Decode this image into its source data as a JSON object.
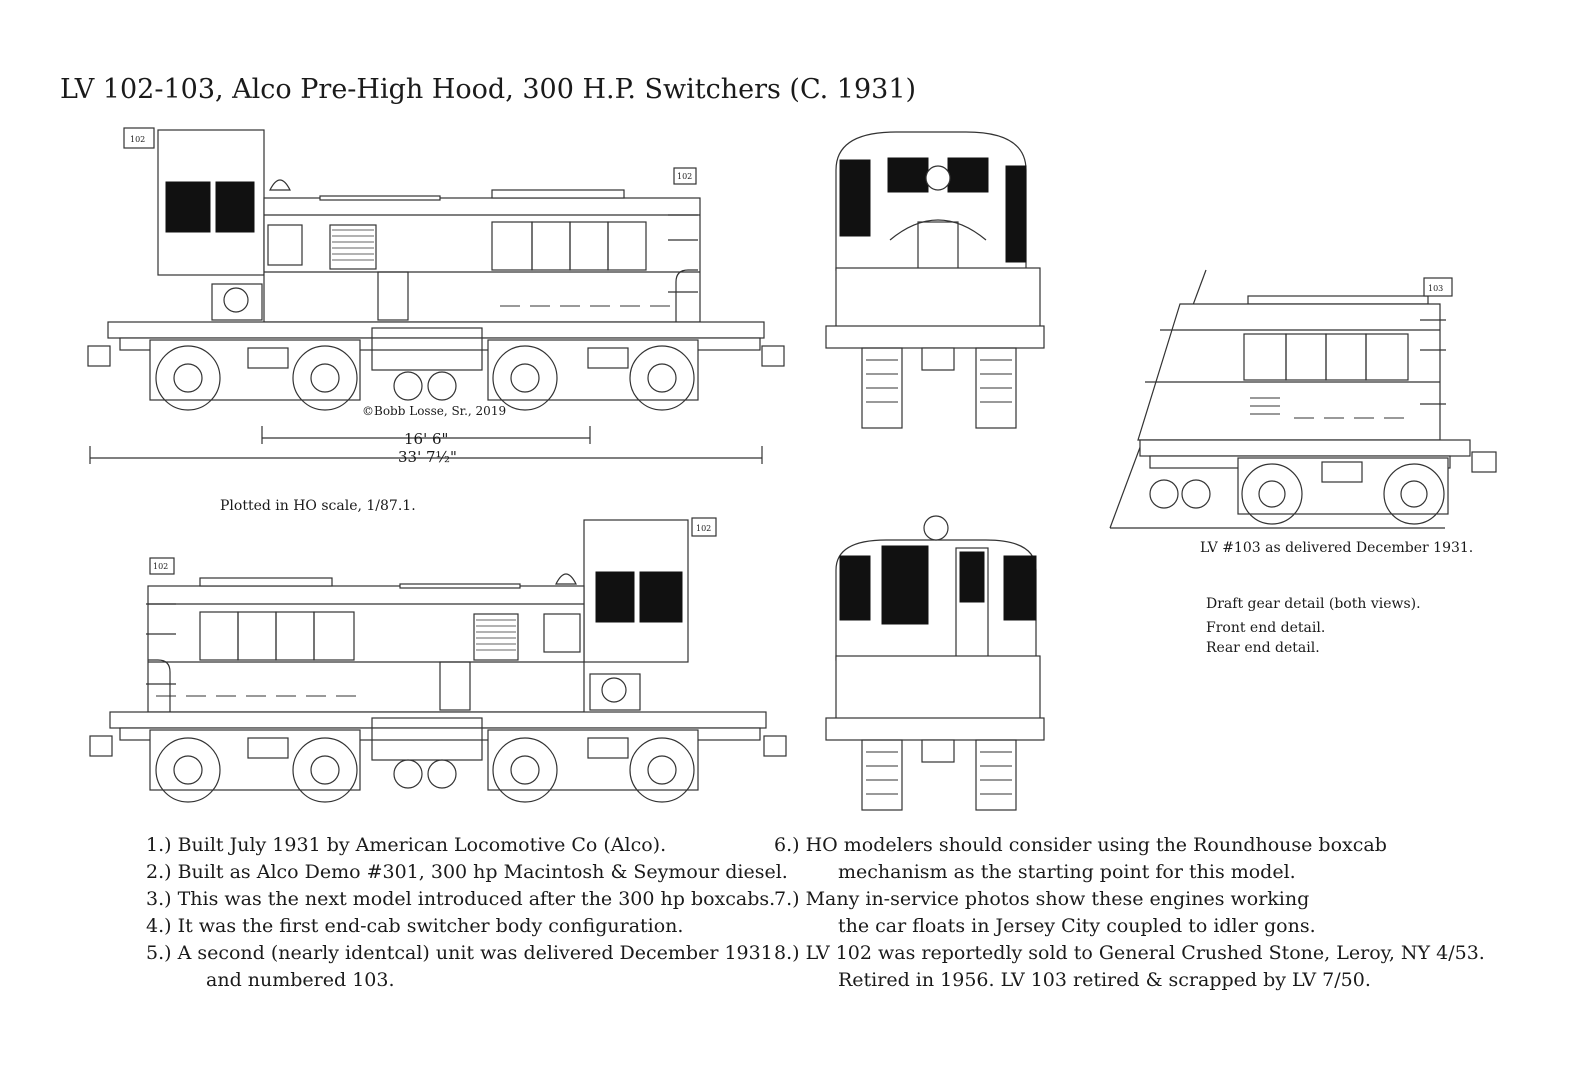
{
  "title": "LV 102-103, Alco Pre-High Hood, 300 H.P. Switchers (C. 1931)",
  "copyright": "©Bobb Losse, Sr., 2019",
  "dimensions": {
    "truck_centers": "16' 6\"",
    "overall_length": "33' 7½\""
  },
  "scale_note": "Plotted in HO scale, 1/87.1.",
  "unit_numbers": {
    "a": "102",
    "b": "103"
  },
  "captions": {
    "lv103": "LV #103 as delivered December 1931.",
    "details": [
      "Draft gear detail (both views).",
      "Front end detail.",
      "Rear end detail."
    ]
  },
  "notes_left": [
    {
      "text": "1.) Built July 1931 by American Locomotive Co (Alco)."
    },
    {
      "text": "2.) Built as Alco Demo #301, 300 hp Macintosh & Seymour diesel."
    },
    {
      "text": "3.) This was the next model introduced after the 300 hp boxcabs."
    },
    {
      "text": "4.) It was the first end-cab switcher body configuration."
    },
    {
      "text": "5.) A second (nearly identcal) unit was delivered December 1931",
      "cont": "and numbered 103."
    }
  ],
  "notes_right": [
    {
      "text": "6.) HO modelers should consider using the Roundhouse boxcab",
      "cont": "mechanism as the starting point for this model."
    },
    {
      "text": "7.) Many in-service photos show these engines working",
      "cont": "the car floats in Jersey City coupled to idler gons."
    },
    {
      "text": "8.) LV 102 was reportedly sold to General Crushed Stone, Leroy, NY 4/53.",
      "cont": "Retired in 1956. LV 103 retired & scrapped by LV 7/50."
    }
  ]
}
